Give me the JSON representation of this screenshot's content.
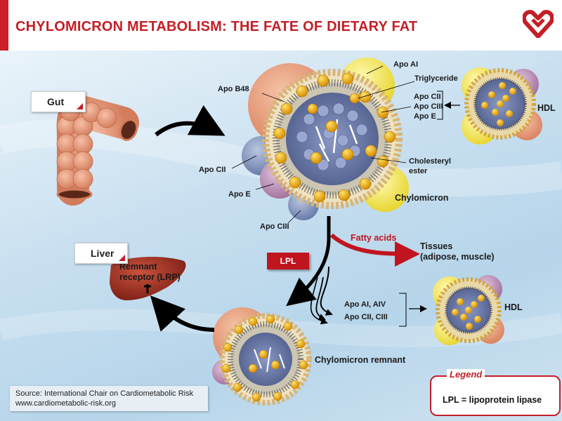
{
  "header": {
    "title": "CHYLOMICRON METABOLISM: THE FATE OF DIETARY FAT",
    "logo_icon": "heart-logo-icon",
    "accent_color": "#c41e26"
  },
  "tags": {
    "gut": "Gut",
    "liver": "Liver"
  },
  "labels": {
    "apo_ai": "Apo AI",
    "triglyceride": "Triglyceride",
    "apo_b48": "Apo B48",
    "apo_cii_right": "Apo CII",
    "apo_ciii_right": "Apo CIII",
    "apo_e_right": "Apo E",
    "hdl_top": "HDL",
    "apo_cii_left": "Apo CII",
    "apo_e_left": "Apo E",
    "cholesteryl_1": "Cholesteryl",
    "cholesteryl_2": "ester",
    "chylomicron": "Chylomicron",
    "apo_ciii_bottom": "Apo CIII",
    "fatty_acids": "Fatty acids",
    "tissues_1": "Tissues",
    "tissues_2": "(adipose, muscle)",
    "remnant_1": "Remnant",
    "remnant_2": "receptor (LRP)",
    "apo_ai_aiv": "Apo AI, AIV",
    "apo_cii_ciii": "Apo CII, CIII",
    "hdl_bottom": "HDL",
    "chylomicron_remnant": "Chylomicron remnant"
  },
  "lpl": "LPL",
  "source": {
    "line1": "Source: International Chair on Cardiometabolic Risk",
    "line2": "www.cardiometabolic-risk.org"
  },
  "legend": {
    "title": "Legend",
    "text": "LPL = lipoprotein lipase"
  }
}
